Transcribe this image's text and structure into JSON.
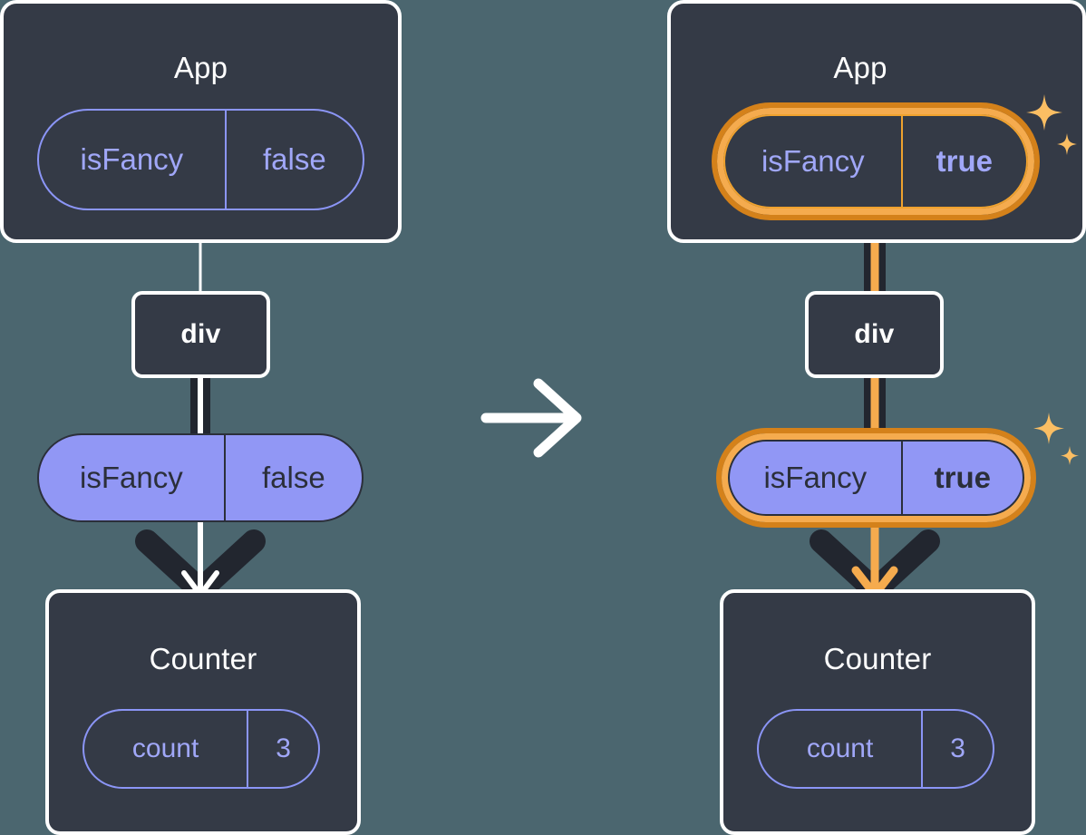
{
  "diagram": {
    "title_semantic": "react-state-propagation-before-after",
    "background_color": "#4b666f",
    "box_fill": "#343a46",
    "box_border": "#ffffff",
    "pill_outline_color": "#8b95f6",
    "pill_fill_color": "#9197f5",
    "pill_text_dark": "#2b2f3a",
    "highlight_outer": "#d4811a",
    "highlight_inner": "#f5ab4e",
    "edge_dark": "#22262f",
    "edge_light": "#ffffff",
    "transition_arrow_icon": "arrow-right-icon"
  },
  "panels": [
    {
      "id": "before",
      "app": {
        "title": "App",
        "state_pill": {
          "key": "isFancy",
          "value": "false",
          "style": "outline",
          "highlighted": false,
          "value_bold": false
        }
      },
      "div": {
        "label": "div"
      },
      "props_pill": {
        "key": "isFancy",
        "value": "false",
        "style": "filled",
        "highlighted": false,
        "value_bold": false
      },
      "counter": {
        "title": "Counter",
        "state_pill": {
          "key": "count",
          "value": "3",
          "style": "outline",
          "highlighted": false,
          "value_bold": false
        }
      },
      "edge_color": "#ffffff",
      "sparkles": false
    },
    {
      "id": "after",
      "app": {
        "title": "App",
        "state_pill": {
          "key": "isFancy",
          "value": "true",
          "style": "outline",
          "highlighted": true,
          "value_bold": true
        }
      },
      "div": {
        "label": "div"
      },
      "props_pill": {
        "key": "isFancy",
        "value": "true",
        "style": "filled",
        "highlighted": true,
        "value_bold": true
      },
      "counter": {
        "title": "Counter",
        "state_pill": {
          "key": "count",
          "value": "3",
          "style": "outline",
          "highlighted": false,
          "value_bold": false
        }
      },
      "edge_color": "#f5ab4e",
      "sparkles": true
    }
  ]
}
